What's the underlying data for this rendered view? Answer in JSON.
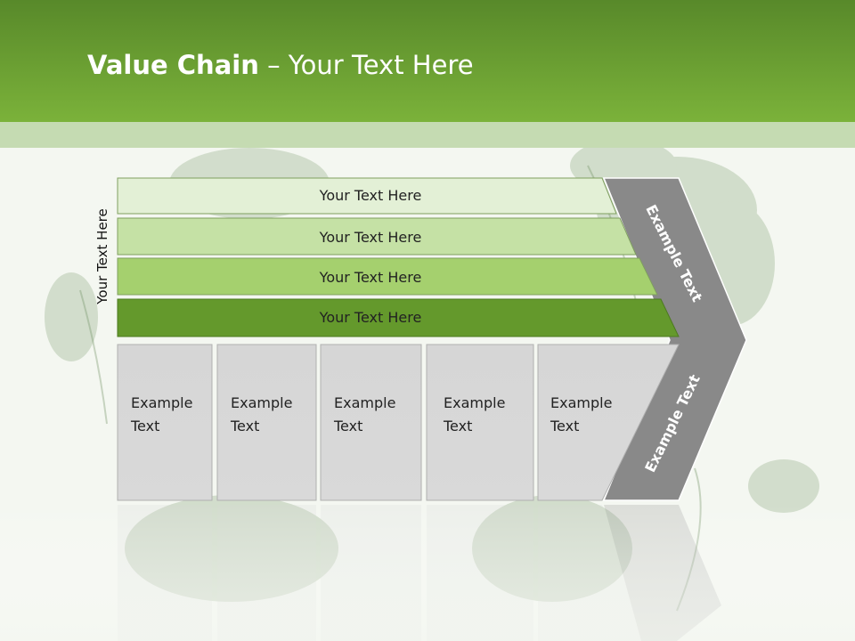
{
  "title": {
    "bold": "Value Chain",
    "rest": " – Your Text Here"
  },
  "side_label": "Your Text Here",
  "bars": [
    {
      "label": "Your Text Here",
      "color": "#e3f0d6"
    },
    {
      "label": "Your Text Here",
      "color": "#c5e1a5"
    },
    {
      "label": "Your Text Here",
      "color": "#a5d06e"
    },
    {
      "label": "Your Text Here",
      "color": "#64992c"
    }
  ],
  "boxes": [
    {
      "line1": "Example",
      "line2": "Text"
    },
    {
      "line1": "Example",
      "line2": "Text"
    },
    {
      "line1": "Example",
      "line2": "Text"
    },
    {
      "line1": "Example",
      "line2": "Text"
    },
    {
      "line1": "Example",
      "line2": "Text"
    }
  ],
  "arrow": {
    "upper_label": "Example Text",
    "lower_label": "Example Text"
  },
  "colors": {
    "header": "#6a9f32",
    "box": "#d9d9d9",
    "arrow": "#888888"
  }
}
